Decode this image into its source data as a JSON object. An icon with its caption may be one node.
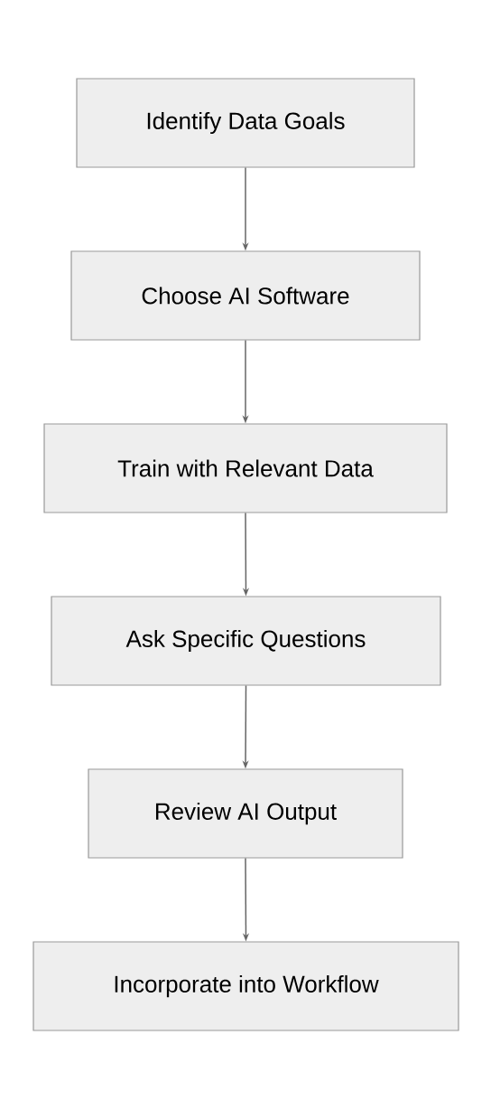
{
  "diagram": {
    "nodes": [
      {
        "text": [
          "Identify Data Goals"
        ]
      },
      {
        "text": [
          "Choose AI Software"
        ]
      },
      {
        "text": [
          "Train with Relevant Data"
        ]
      },
      {
        "text": [
          "Ask Specific Questions"
        ]
      },
      {
        "text": [
          "Review AI Output"
        ]
      },
      {
        "text": [
          "Incorporate into Workflow"
        ]
      }
    ],
    "edges": [
      {
        "from": 0,
        "to": 1,
        "arrow": "to"
      },
      {
        "from": 1,
        "to": 2,
        "arrow": "to"
      },
      {
        "from": 2,
        "to": 3,
        "arrow": "to"
      },
      {
        "from": 3,
        "to": 4,
        "arrow": "to"
      },
      {
        "from": 4,
        "to": 5,
        "arrow": "to"
      }
    ]
  }
}
